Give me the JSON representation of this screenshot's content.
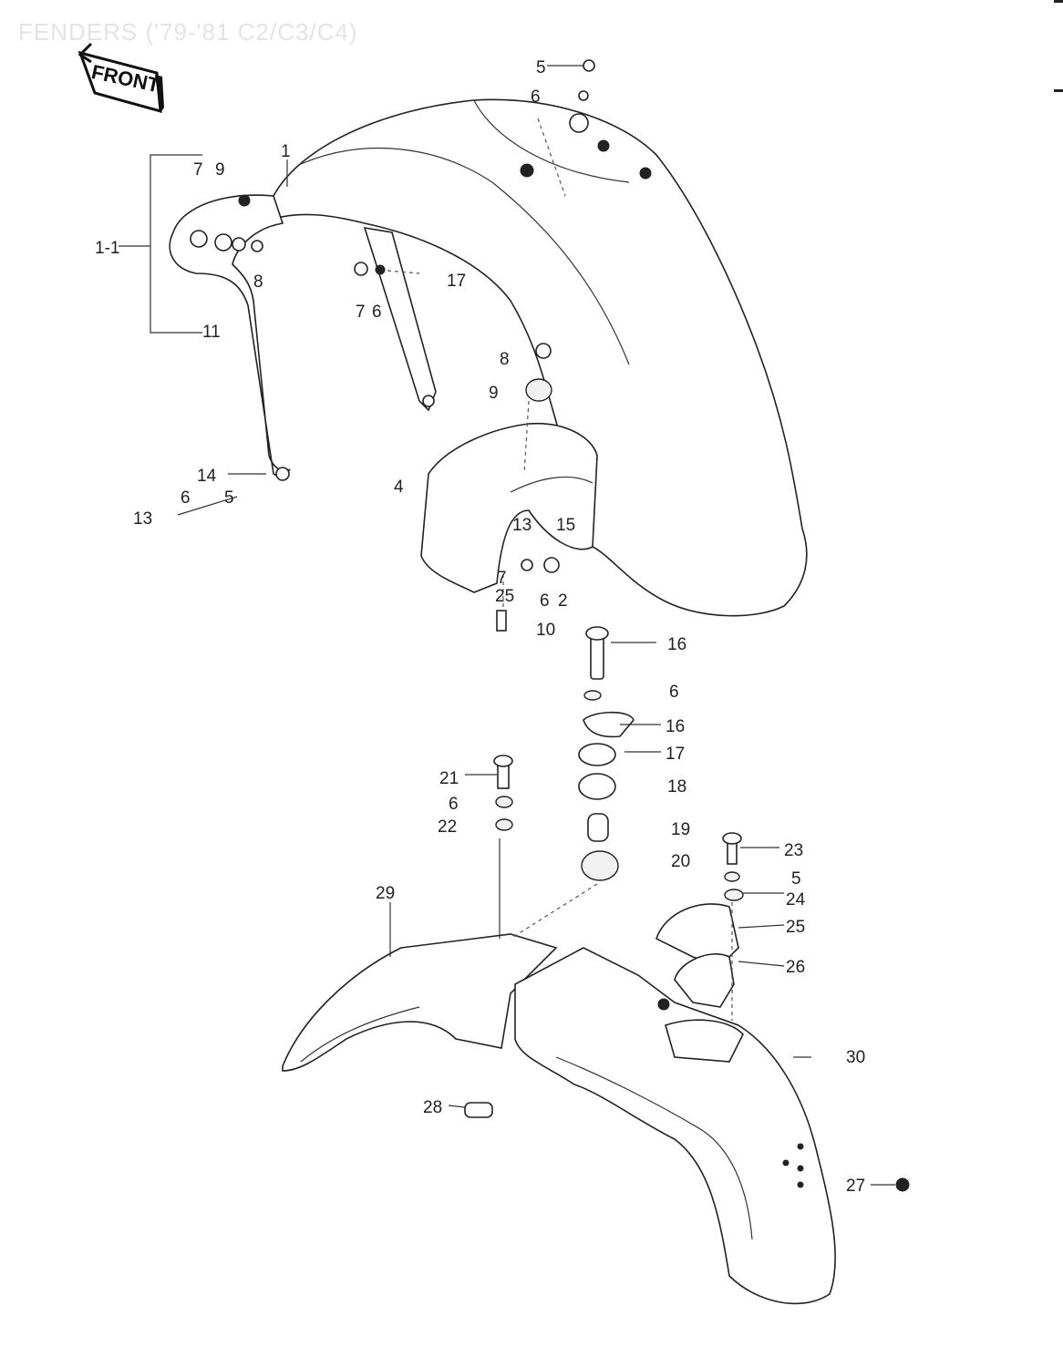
{
  "title": "FENDERS ('79-'81 C2/C3/C4)",
  "front_label": "FRONT",
  "callouts": [
    "1",
    "1-1",
    "7",
    "9",
    "8",
    "11",
    "17",
    "7",
    "6",
    "5",
    "6",
    "8",
    "9",
    "4",
    "14",
    "6",
    "5",
    "13",
    "13",
    "15",
    "7",
    "25",
    "6",
    "2",
    "10",
    "16",
    "6",
    "16",
    "17",
    "18",
    "19",
    "20",
    "21",
    "6",
    "22",
    "23",
    "5",
    "24",
    "25",
    "26",
    "29",
    "30",
    "28",
    "27"
  ],
  "icons": [
    "front-arrow-icon"
  ]
}
